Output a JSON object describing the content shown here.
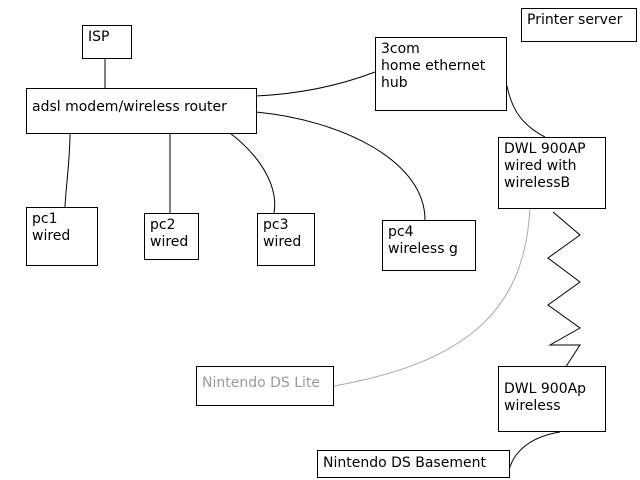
{
  "nodes": {
    "isp": {
      "lines": [
        "ISP"
      ]
    },
    "router": {
      "lines": [
        "adsl modem/wireless router"
      ]
    },
    "hub": {
      "lines": [
        "3com",
        "home ethernet",
        "hub"
      ]
    },
    "printer": {
      "lines": [
        "Printer server"
      ]
    },
    "dwl_ap": {
      "lines": [
        "DWL 900AP",
        "wired with",
        "wirelessB"
      ]
    },
    "pc1": {
      "lines": [
        "pc1",
        "wired"
      ]
    },
    "pc2": {
      "lines": [
        "pc2",
        "wired"
      ]
    },
    "pc3": {
      "lines": [
        "pc3",
        "wired"
      ]
    },
    "pc4": {
      "lines": [
        "pc4",
        "wireless g"
      ]
    },
    "ds_lite": {
      "lines": [
        "Nintendo DS Lite"
      ]
    },
    "dwl_wireless": {
      "lines": [
        "DWL 900Ap",
        "wireless"
      ]
    },
    "ds_basement": {
      "lines": [
        "Nintendo DS Basement"
      ]
    }
  }
}
